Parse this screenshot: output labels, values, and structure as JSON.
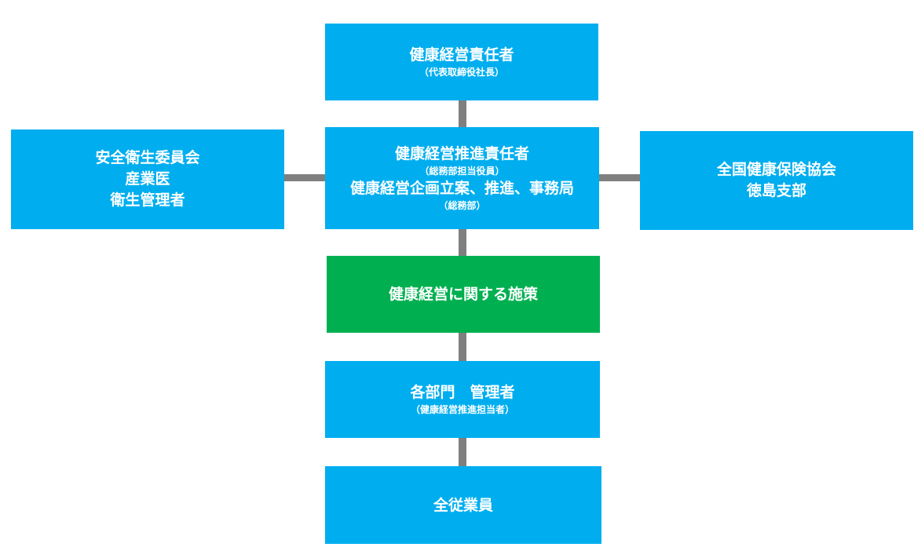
{
  "colors": {
    "box_blue": "#00aeef",
    "box_green": "#00b050",
    "connector": "#7f7f7f",
    "text": "#ffffff"
  },
  "nodes": {
    "top": {
      "title": "健康経営責任者",
      "subtitle": "（代表取締役社長）"
    },
    "center": {
      "title": "健康経営推進責任者",
      "subtitle": "（総務部担当役員）",
      "title2": "健康経営企画立案、推進、事務局",
      "subtitle2": "（総務部）"
    },
    "left": {
      "lines": [
        "安全衛生委員会",
        "産業医",
        "衛生管理者"
      ]
    },
    "right": {
      "lines": [
        "全国健康保険協会",
        "徳島支部"
      ]
    },
    "policy": {
      "title": "健康経営に関する施策"
    },
    "departments": {
      "title": "各部門　管理者",
      "subtitle": "（健康経営推進担当者）"
    },
    "employees": {
      "title": "全従業員"
    }
  }
}
